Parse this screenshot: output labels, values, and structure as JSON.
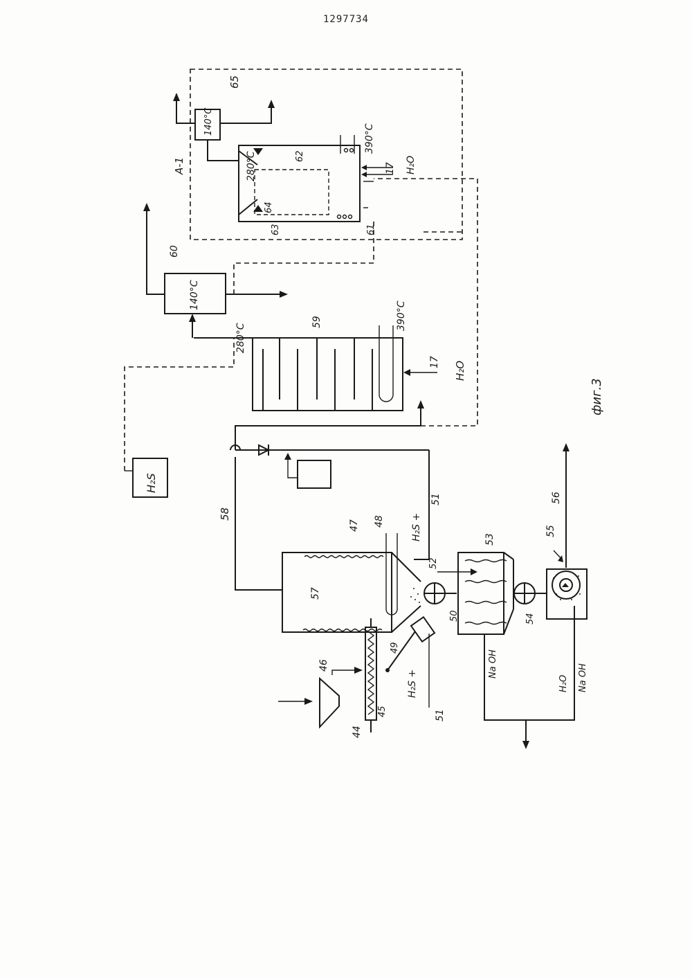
{
  "document": {
    "number": "1297734",
    "figure_caption": "фиг.3"
  },
  "labels": {
    "n17a": "17",
    "n17b": "17",
    "n44": "44",
    "n45": "45",
    "n46": "46",
    "n47": "47",
    "n48": "48",
    "n49": "49",
    "n50": "50",
    "n51a": "51",
    "n51b": "51",
    "n52": "52",
    "n53": "53",
    "n54": "54",
    "n55": "55",
    "n56": "56",
    "n57": "57",
    "n58": "58",
    "n59": "59",
    "n60": "60",
    "n61": "61",
    "n62": "62",
    "n63": "63",
    "n64": "64",
    "n65": "65",
    "a1": "A-1",
    "h2s_box": "H₂S",
    "h2s_plus_top": "H₂S +",
    "h2s_plus_bottom": "H₂S +",
    "h2o_59": "H₂O",
    "h2o_61": "H₂O",
    "h2o_filter": "H₂O",
    "naoh_1": "Na OH",
    "naoh_2": "Na OH",
    "t280_59": "280°C",
    "t390_59": "390°C",
    "t140_60": "140°C",
    "t280_61": "280°C",
    "t390_61": "390°C",
    "t140_65": "140°C"
  }
}
